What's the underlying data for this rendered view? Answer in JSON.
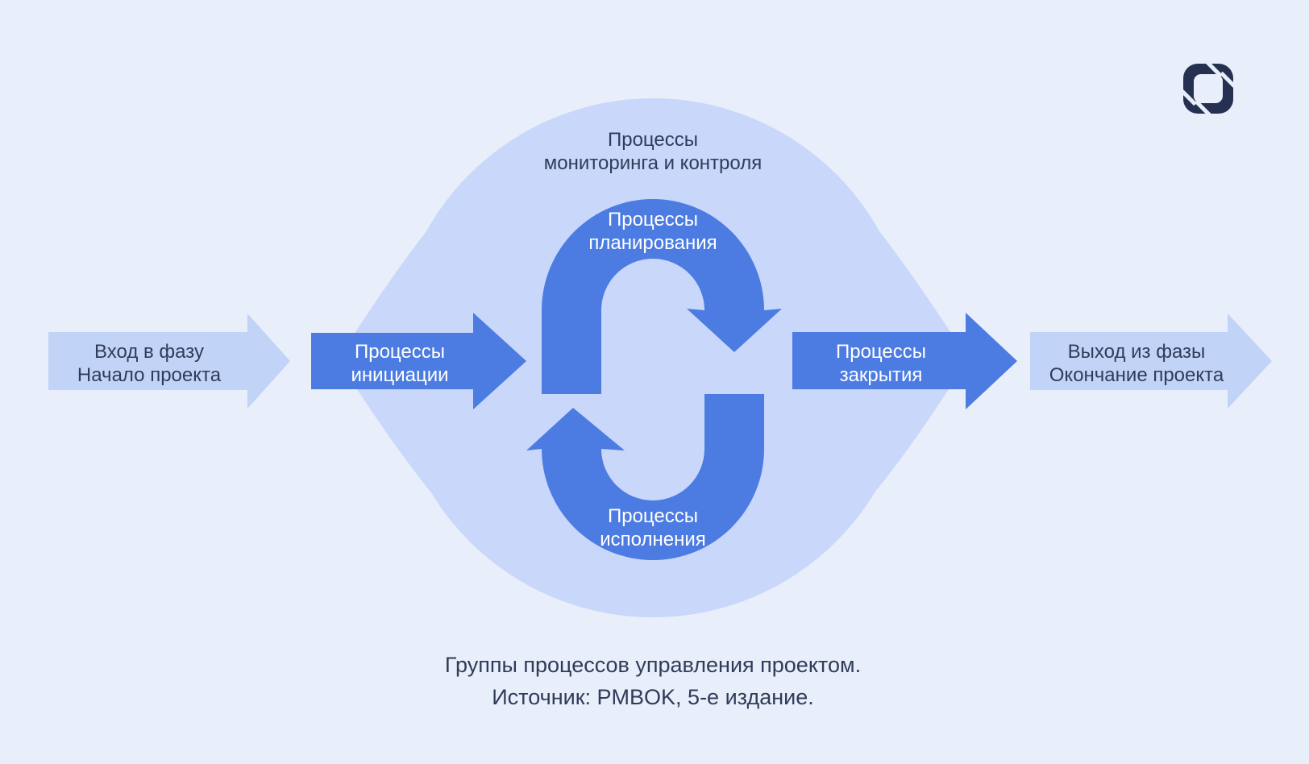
{
  "colors": {
    "background": "#e9eefb",
    "halo": "#c8d7fa",
    "light_arrow": "#c2d3f8",
    "accent": "#4c7ce2",
    "text_dark": "#2f3c59",
    "text_light": "#ffffff",
    "logo": "#263152"
  },
  "logo": {
    "icon": "kontur-loop-logo"
  },
  "nodes": {
    "monitoring": {
      "line1": "Процессы",
      "line2": "мониторинга и контроля"
    },
    "planning": {
      "line1": "Процессы",
      "line2": "планирования"
    },
    "executing": {
      "line1": "Процессы",
      "line2": "исполнения"
    },
    "initiating": {
      "line1": "Процессы",
      "line2": "инициации"
    },
    "closing": {
      "line1": "Процессы",
      "line2": "закрытия"
    },
    "phase_entry": {
      "line1": "Вход в фазу",
      "line2": "Начало проекта"
    },
    "phase_exit": {
      "line1": "Выход из фазы",
      "line2": "Окончание проекта"
    }
  },
  "caption": {
    "line1": "Группы процессов управления проектом.",
    "line2": "Источник: PMBOK, 5-е издание."
  }
}
